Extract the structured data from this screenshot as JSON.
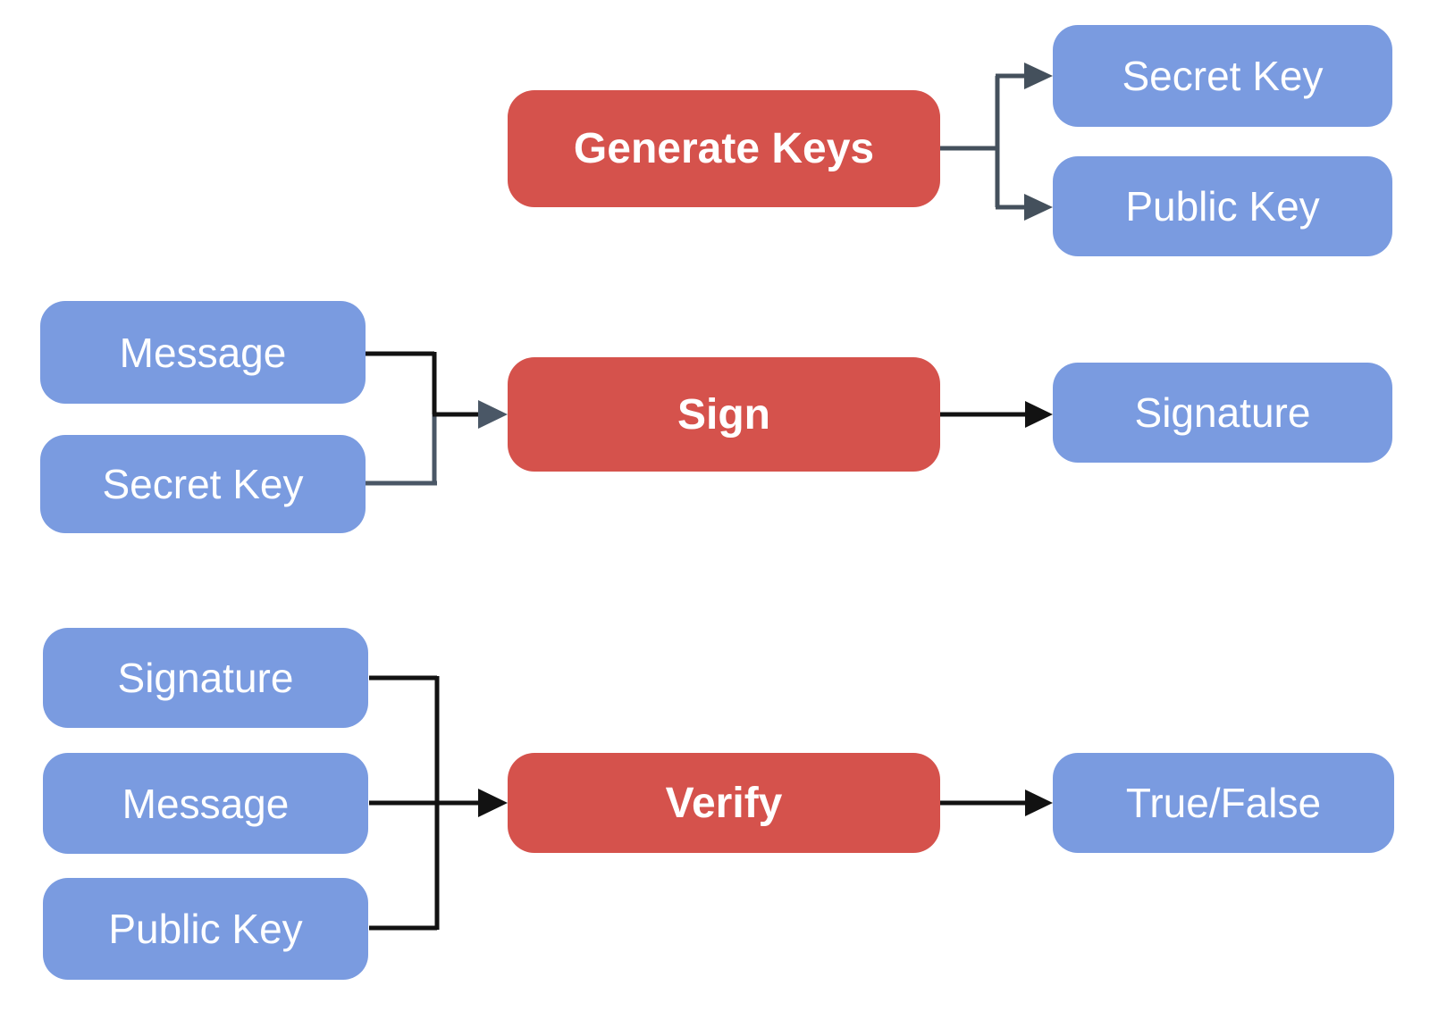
{
  "diagram": {
    "colors": {
      "action_fill": "#D5524C",
      "data_fill": "#7A9BE0",
      "label_text": "#FFFFFF",
      "connector_slate": "#44505C",
      "connector_gray": "#4A5766",
      "connector_black": "#121212",
      "background": "#FFFFFF"
    },
    "nodes": {
      "generate_keys": {
        "label": "Generate Keys",
        "kind": "action"
      },
      "secret_key_out": {
        "label": "Secret Key",
        "kind": "data"
      },
      "public_key_out": {
        "label": "Public Key",
        "kind": "data"
      },
      "message_sign": {
        "label": "Message",
        "kind": "data"
      },
      "secret_key_sign": {
        "label": "Secret Key",
        "kind": "data"
      },
      "sign": {
        "label": "Sign",
        "kind": "action"
      },
      "signature_out": {
        "label": "Signature",
        "kind": "data"
      },
      "signature_verify": {
        "label": "Signature",
        "kind": "data"
      },
      "message_verify": {
        "label": "Message",
        "kind": "data"
      },
      "public_key_verify": {
        "label": "Public Key",
        "kind": "data"
      },
      "verify": {
        "label": "Verify",
        "kind": "action"
      },
      "true_false": {
        "label": "True/False",
        "kind": "data"
      }
    },
    "edges": [
      {
        "from": "Generate Keys",
        "to": "Secret Key"
      },
      {
        "from": "Generate Keys",
        "to": "Public Key"
      },
      {
        "from": "Message",
        "to": "Sign"
      },
      {
        "from": "Secret Key",
        "to": "Sign"
      },
      {
        "from": "Sign",
        "to": "Signature"
      },
      {
        "from": "Signature",
        "to": "Verify"
      },
      {
        "from": "Message",
        "to": "Verify"
      },
      {
        "from": "Public Key",
        "to": "Verify"
      },
      {
        "from": "Verify",
        "to": "True/False"
      }
    ]
  }
}
